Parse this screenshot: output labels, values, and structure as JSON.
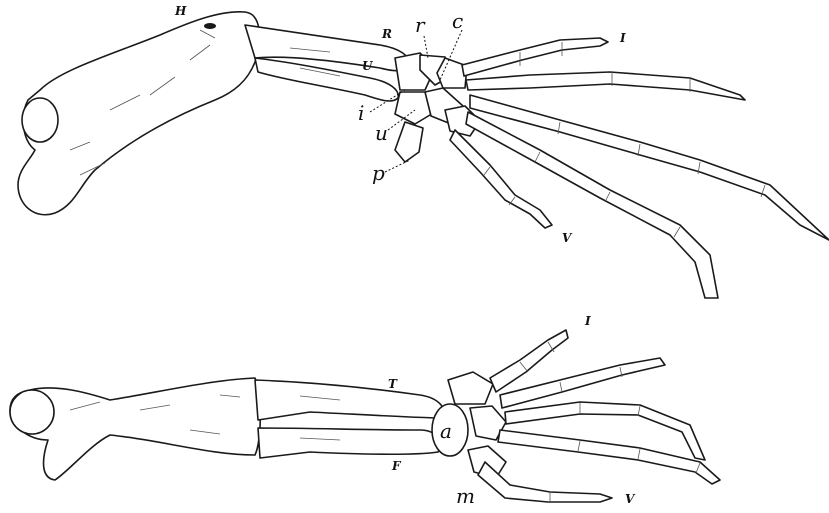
{
  "upper_figure": {
    "labels": {
      "humerus": "H",
      "radius": "R",
      "ulna": "U",
      "radiale": "r",
      "centrale": "c",
      "intermedium": "i",
      "ulnare": "u",
      "pisiform": "p",
      "digit_one": "I",
      "digit_five": "V"
    }
  },
  "lower_figure": {
    "labels": {
      "tibia": "T",
      "fibula": "F",
      "astragalus": "a",
      "metatarsal": "m",
      "digit_one": "I",
      "digit_five": "V"
    }
  },
  "colors": {
    "ink": "#1a1a1a",
    "paper": "#ffffff"
  }
}
